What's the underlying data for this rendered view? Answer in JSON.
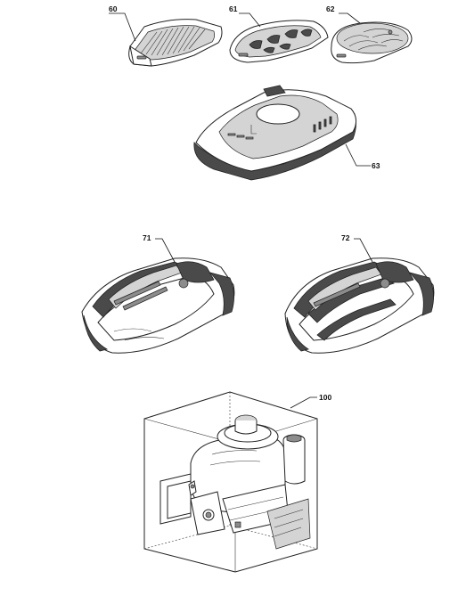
{
  "callouts": {
    "c60": "60",
    "c61": "61",
    "c62": "62",
    "c63": "63",
    "c71": "71",
    "c72": "72",
    "c100": "100"
  }
}
